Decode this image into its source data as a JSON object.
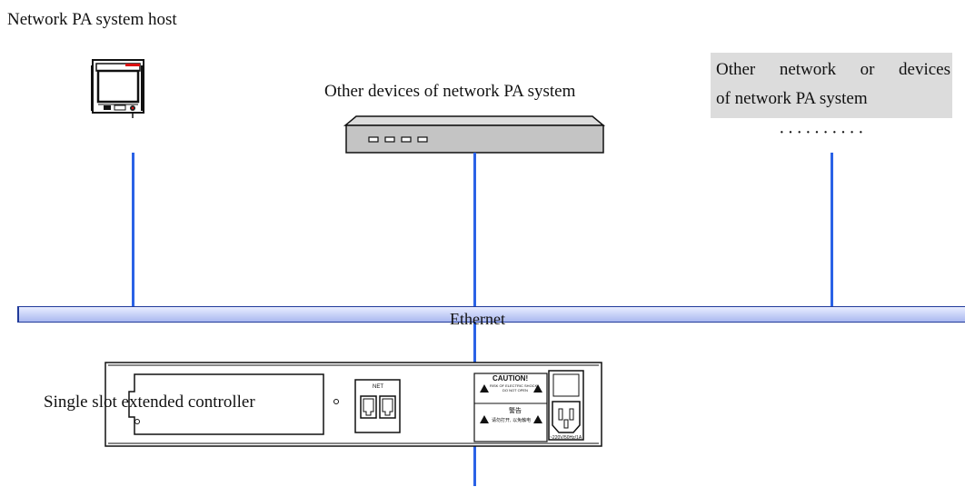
{
  "diagram": {
    "host_label": "Network PA system host",
    "other_devices_label": "Other devices of network PA system",
    "other_network_line1": "Other network or devices",
    "other_network_line2": "of network PA system",
    "ellipsis": "··········",
    "bus_label": "Ethernet",
    "controller_label": "Single slot extended controller",
    "panel_net_label": "NET",
    "panel_caution_title": "CAUTION!",
    "panel_caution_line1": "RISK OF ELECTRIC SHOCK",
    "panel_caution_line2": "DO NOT OPEN",
    "panel_warning_title": "警告",
    "panel_warning_text": "请勿打开, 以免触电",
    "panel_power_label": "~220V/50Hz/1A"
  },
  "colors": {
    "link_line": "#2a62e6",
    "bus_fill": "#c6d0f7",
    "bus_border": "#203a9a",
    "note_box": "#dcdcdc"
  }
}
